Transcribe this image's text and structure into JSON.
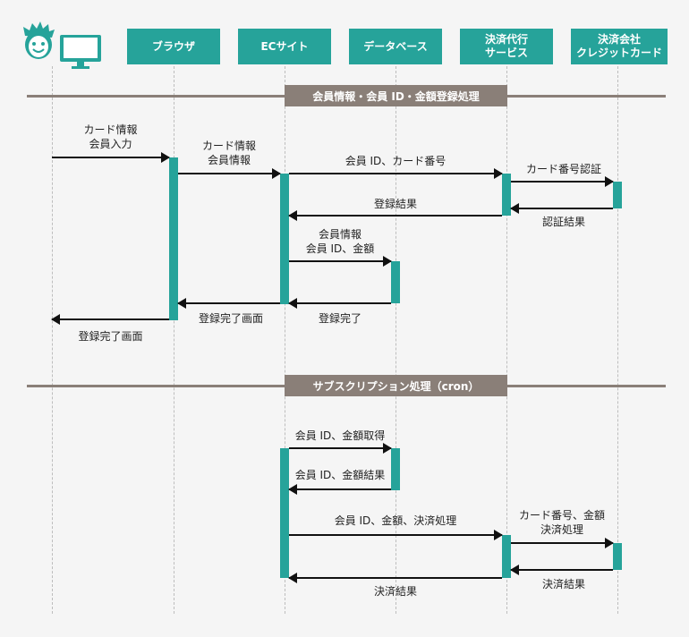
{
  "colors": {
    "teal": "#26a39a",
    "separator": "#8a7f78",
    "line": "#111111"
  },
  "actors": {
    "user_icon": "smiley-face-icon",
    "pc_icon": "computer-monitor-icon",
    "browser": "ブラウザ",
    "ec_site": "ECサイト",
    "database": "データベース",
    "payment_agency": [
      "決済代行",
      "サービス"
    ],
    "credit_card": [
      "決済会社",
      "クレジットカード"
    ]
  },
  "sections": {
    "registration": "会員情報・会員 ID・金額登録処理",
    "subscription": "サブスクリプション処理（cron）"
  },
  "messages": {
    "m1": [
      "カード情報",
      "会員入力"
    ],
    "m2": [
      "カード情報",
      "会員情報"
    ],
    "m3": [
      "会員 ID、カード番号"
    ],
    "m4": [
      "カード番号認証"
    ],
    "m5": [
      "認証結果"
    ],
    "m6": [
      "登録結果"
    ],
    "m7": [
      "会員情報",
      "会員 ID、金額"
    ],
    "m8": [
      "登録完了"
    ],
    "m9": [
      "登録完了画面"
    ],
    "m10": [
      "登録完了画面"
    ],
    "m11": [
      "会員 ID、金額取得"
    ],
    "m12": [
      "会員 ID、金額結果"
    ],
    "m13": [
      "会員 ID、金額、決済処理"
    ],
    "m14": [
      "カード番号、金額",
      "決済処理"
    ],
    "m15": [
      "決済結果"
    ],
    "m16": [
      "決済結果"
    ]
  }
}
